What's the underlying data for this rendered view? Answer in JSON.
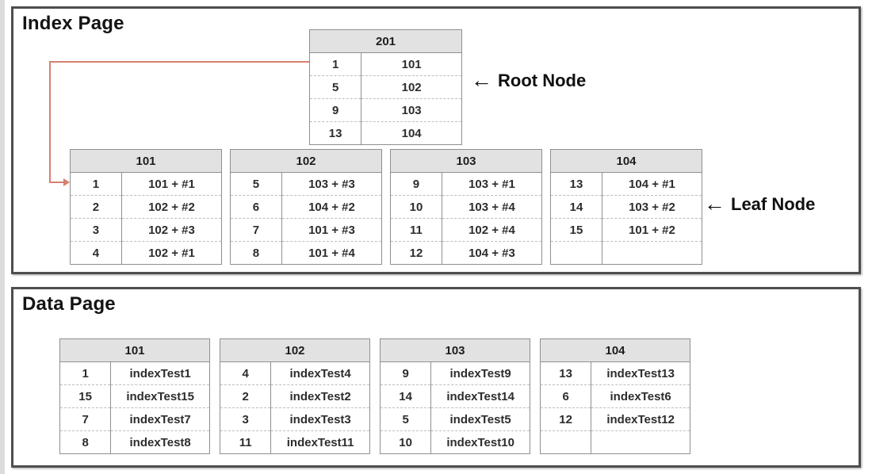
{
  "index_page": {
    "title": "Index Page",
    "root_node_label": {
      "icon": "←",
      "text": "Root Node"
    },
    "leaf_node_label": {
      "icon": "←",
      "text": "Leaf Node"
    },
    "root_node": {
      "header": "201",
      "rows": [
        [
          "1",
          "101"
        ],
        [
          "5",
          "102"
        ],
        [
          "9",
          "103"
        ],
        [
          "13",
          "104"
        ]
      ]
    },
    "leaf_nodes": [
      {
        "header": "101",
        "rows": [
          [
            "1",
            "101 + #1"
          ],
          [
            "2",
            "102 + #2"
          ],
          [
            "3",
            "102 + #3"
          ],
          [
            "4",
            "102 + #1"
          ]
        ]
      },
      {
        "header": "102",
        "rows": [
          [
            "5",
            "103 + #3"
          ],
          [
            "6",
            "104 + #2"
          ],
          [
            "7",
            "101 + #3"
          ],
          [
            "8",
            "101 + #4"
          ]
        ]
      },
      {
        "header": "103",
        "rows": [
          [
            "9",
            "103 + #1"
          ],
          [
            "10",
            "103 + #4"
          ],
          [
            "11",
            "102 + #4"
          ],
          [
            "12",
            "104 + #3"
          ]
        ]
      },
      {
        "header": "104",
        "rows": [
          [
            "13",
            "104 + #1"
          ],
          [
            "14",
            "103 + #2"
          ],
          [
            "15",
            "101 + #2"
          ],
          [
            "",
            ""
          ]
        ]
      }
    ]
  },
  "data_page": {
    "title": "Data Page",
    "tables": [
      {
        "header": "101",
        "rows": [
          [
            "1",
            "indexTest1"
          ],
          [
            "15",
            "indexTest15"
          ],
          [
            "7",
            "indexTest7"
          ],
          [
            "8",
            "indexTest8"
          ]
        ]
      },
      {
        "header": "102",
        "rows": [
          [
            "4",
            "indexTest4"
          ],
          [
            "2",
            "indexTest2"
          ],
          [
            "3",
            "indexTest3"
          ],
          [
            "11",
            "indexTest11"
          ]
        ]
      },
      {
        "header": "103",
        "rows": [
          [
            "9",
            "indexTest9"
          ],
          [
            "14",
            "indexTest14"
          ],
          [
            "5",
            "indexTest5"
          ],
          [
            "10",
            "indexTest10"
          ]
        ]
      },
      {
        "header": "104",
        "rows": [
          [
            "13",
            "indexTest13"
          ],
          [
            "6",
            "indexTest6"
          ],
          [
            "12",
            "indexTest12"
          ],
          [
            "",
            ""
          ]
        ]
      }
    ]
  },
  "colors": {
    "arrow": "#d5806f",
    "header_bg": "#e2e2e2",
    "box_border": "#4e4e4e",
    "table_border": "#8f8f8f"
  }
}
